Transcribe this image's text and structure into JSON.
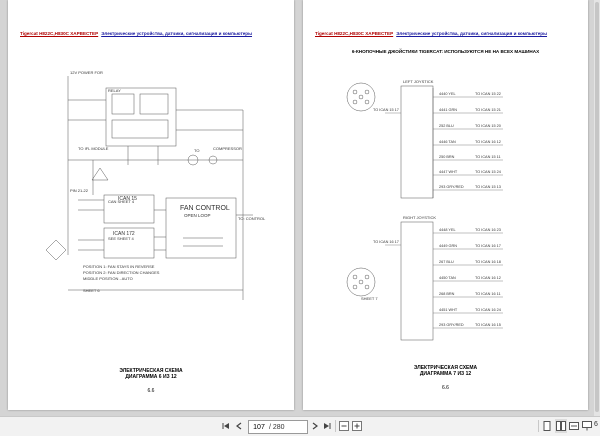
{
  "document": {
    "header_brand": "Tigercat H822C,H830C ХАРВЕСТЕР",
    "header_subtitle": "Электрические устройства, датчики, сигнализация и компьютеры"
  },
  "pages": [
    {
      "caption_line1": "ЭЛЕКТРИЧЕСКАЯ СХЕМА",
      "caption_line2": "ДИАГРАММА 6 ИЗ 12",
      "page_label": "6.6",
      "labels": {
        "fan_control": "FAN CONTROL",
        "open_loop": "OPEN LOOP",
        "ican15": "ICAN 15",
        "ican172": "ICAN 172",
        "sheet": "SHEET 6"
      }
    },
    {
      "subtitle": "6-КНОПОЧНЫЕ ДЖОЙСТИКИ TIGERCAT: ИСПОЛЬЗУЮТСЯ НЕ НА ВСЕХ МАШИНАХ",
      "caption_line1": "ЭЛЕКТРИЧЕСКАЯ СХЕМА",
      "caption_line2": "ДИАГРАММА 7 ИЗ 12",
      "page_label": "6.6",
      "labels": {
        "left_joystick": "LEFT JOYSTICK",
        "right_joystick": "RIGHT JOYSTICK",
        "sheet": "SHEET 7"
      }
    }
  ],
  "toolbar": {
    "current_page": "107",
    "total_pages": "/ 280",
    "zoom_fragment": "6"
  },
  "icons": [
    "first-page-icon",
    "prev-page-icon",
    "next-page-icon",
    "last-page-icon",
    "zoom-out-icon",
    "zoom-in-icon",
    "single-page-icon",
    "two-page-icon",
    "fit-width-icon",
    "presentation-icon"
  ]
}
